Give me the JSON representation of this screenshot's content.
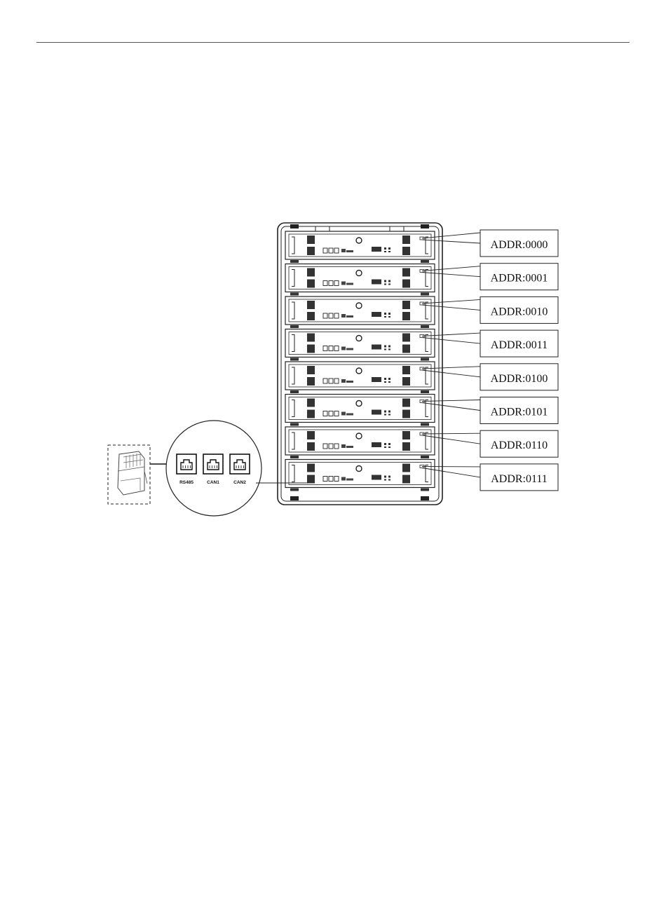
{
  "diagram": {
    "modules": [
      {
        "address": "ADDR:0000"
      },
      {
        "address": "ADDR:0001"
      },
      {
        "address": "ADDR:0010"
      },
      {
        "address": "ADDR:0011"
      },
      {
        "address": "ADDR:0100"
      },
      {
        "address": "ADDR:0101"
      },
      {
        "address": "ADDR:0110"
      },
      {
        "address": "ADDR:0111"
      }
    ],
    "ports": [
      "RS485",
      "CAN1",
      "CAN2"
    ]
  }
}
